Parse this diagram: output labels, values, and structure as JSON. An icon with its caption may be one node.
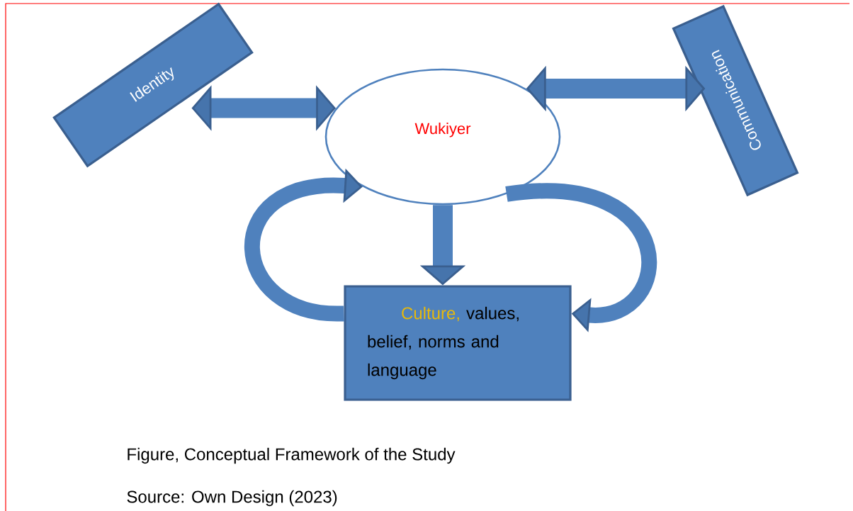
{
  "diagram": {
    "caption": "Figure, Conceptual Framework of the Study",
    "nodes": [
      {
        "text": [
          "Identity"
        ]
      },
      {
        "text": [
          "Wukiyer"
        ]
      },
      {
        "text": [
          "Communication"
        ]
      },
      {
        "text": [
          "Culture,",
          "values, belief, norms and language"
        ]
      }
    ],
    "edges": [
      {
        "from": 0,
        "to": 1,
        "arrow": "both"
      },
      {
        "from": 1,
        "to": 2,
        "arrow": "both"
      },
      {
        "from": 1,
        "to": 3,
        "arrow": "to"
      },
      {
        "from": 3,
        "to": 1,
        "arrow": "to"
      },
      {
        "from": 1,
        "to": 3,
        "arrow": "to"
      }
    ],
    "labels": [
      "Source: Own Design (2023)"
    ]
  }
}
